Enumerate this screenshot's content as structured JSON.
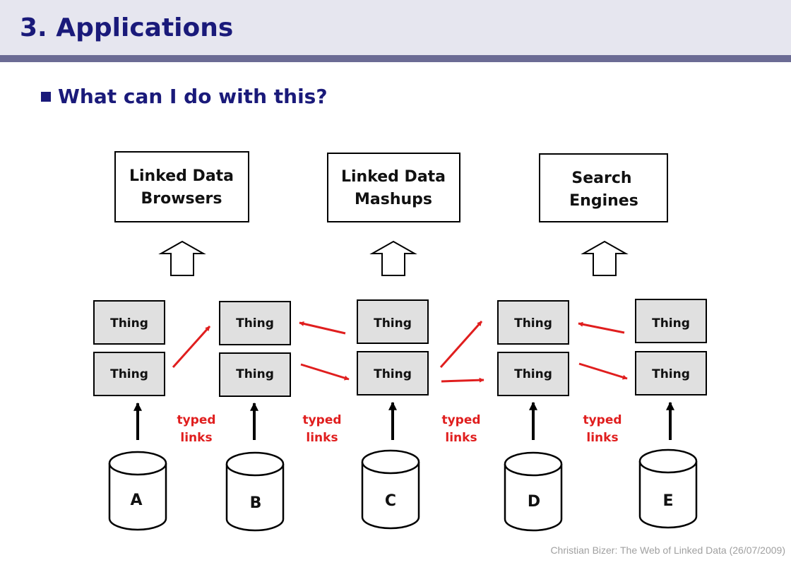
{
  "header": {
    "title": "3. Applications"
  },
  "bullet": {
    "text": "What can I do with this?"
  },
  "applications": [
    {
      "line1": "Linked Data",
      "line2": "Browsers"
    },
    {
      "line1": "Linked Data",
      "line2": "Mashups"
    },
    {
      "line1": "Search",
      "line2": "Engines"
    }
  ],
  "thing_label": "Thing",
  "typed_links": {
    "line1": "typed",
    "line2": "links"
  },
  "data_sources": [
    "A",
    "B",
    "C",
    "D",
    "E"
  ],
  "footer": {
    "credit": "Christian Bizer: The Web of Linked Data (26/07/2009)"
  },
  "colors": {
    "title": "#1a1a7a",
    "header_bg": "#e6e6ef",
    "header_bar": "#6b6b94",
    "link": "#e01e1e",
    "thing_fill": "#e0e0e0"
  }
}
